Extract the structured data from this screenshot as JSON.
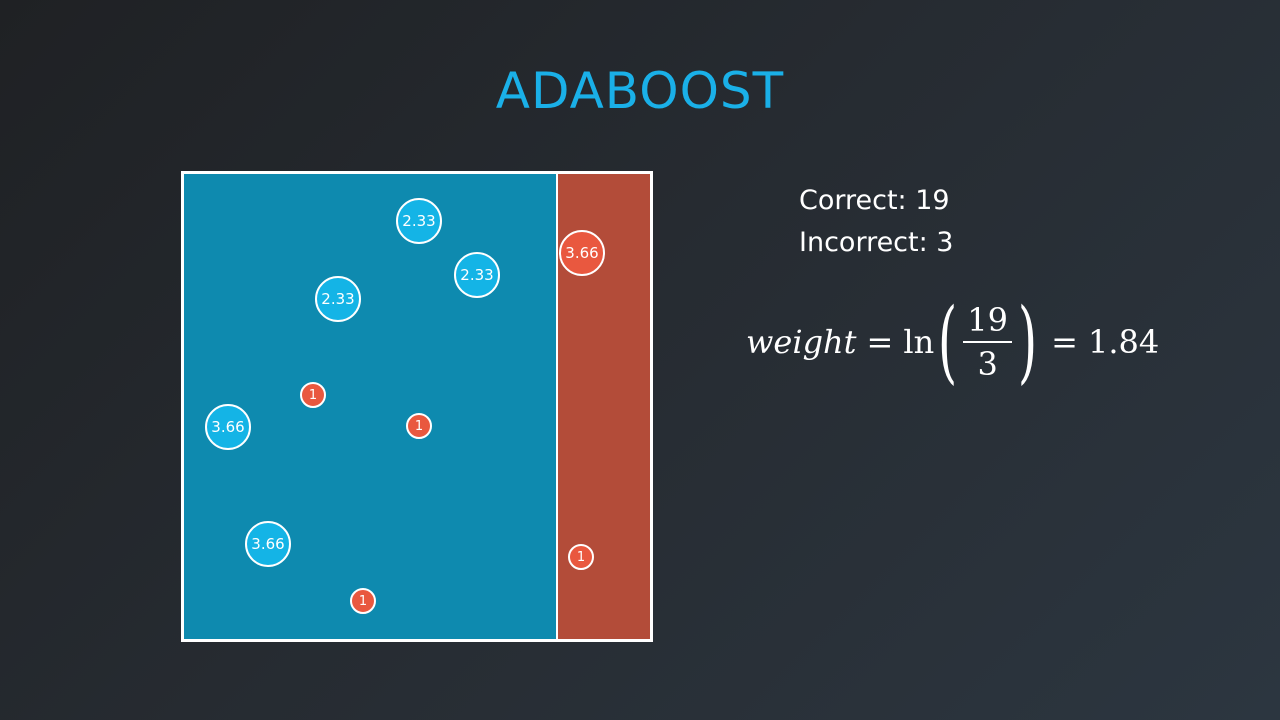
{
  "title": "ADABOOST",
  "colors": {
    "title": "#1ab0e8",
    "blue_region": "#0e8aaf",
    "red_region": "#b34c39",
    "blue_point": "#14b4e6",
    "red_point": "#e9583f"
  },
  "diagram": {
    "regions": [
      "blue",
      "red"
    ],
    "points": [
      {
        "label": "2.33",
        "color": "blue",
        "size": "big"
      },
      {
        "label": "2.33",
        "color": "blue",
        "size": "big"
      },
      {
        "label": "2.33",
        "color": "blue",
        "size": "big"
      },
      {
        "label": "1",
        "color": "red",
        "size": "small"
      },
      {
        "label": "1",
        "color": "red",
        "size": "small"
      },
      {
        "label": "3.66",
        "color": "blue",
        "size": "big"
      },
      {
        "label": "3.66",
        "color": "blue",
        "size": "big"
      },
      {
        "label": "1",
        "color": "red",
        "size": "small"
      },
      {
        "label": "3.66",
        "color": "red",
        "size": "big"
      },
      {
        "label": "1",
        "color": "red",
        "size": "small"
      }
    ]
  },
  "stats": {
    "correct": "Correct: 19",
    "incorrect": "Incorrect: 3"
  },
  "formula": {
    "lhs": "weight",
    "eq1": "=",
    "fn": "ln",
    "numerator": "19",
    "denominator": "3",
    "eq2": "=",
    "result": "1.84"
  }
}
